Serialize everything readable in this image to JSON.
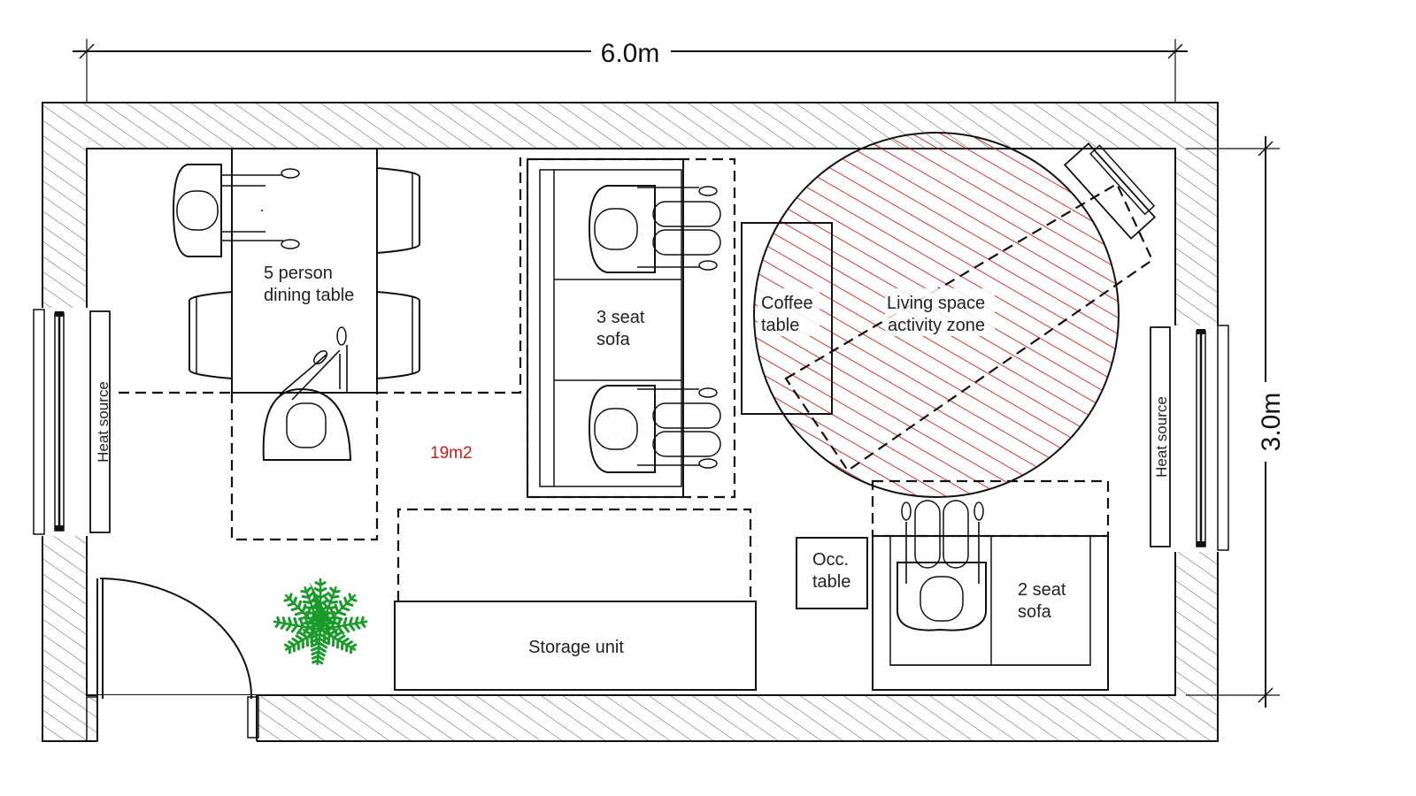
{
  "dimensions": {
    "width": "6.0m",
    "height": "3.0m"
  },
  "labels": {
    "dining_line1": "5 person",
    "dining_line2": "dining table",
    "sofa3_line1": "3 seat",
    "sofa3_line2": "sofa",
    "coffee_line1": "Coffee",
    "coffee_line2": "table",
    "zone_line1": "Living space",
    "zone_line2": "activity zone",
    "occ_line1": "Occ.",
    "occ_line2": "table",
    "sofa2_line1": "2 seat",
    "sofa2_line2": "sofa",
    "storage": "Storage unit",
    "area": "19m2",
    "heat_left": "Heat source",
    "heat_right": "Heat source"
  },
  "colors": {
    "wall_hatch": "#555555",
    "zone_hatch": "#cc2020",
    "plant": "#1a9a2a",
    "area_text": "#cc2222"
  },
  "icons": {
    "plant": "fern-plant-icon",
    "chair": "dining-chair-icon",
    "person": "seated-person-icon",
    "door": "door-swing-icon"
  }
}
